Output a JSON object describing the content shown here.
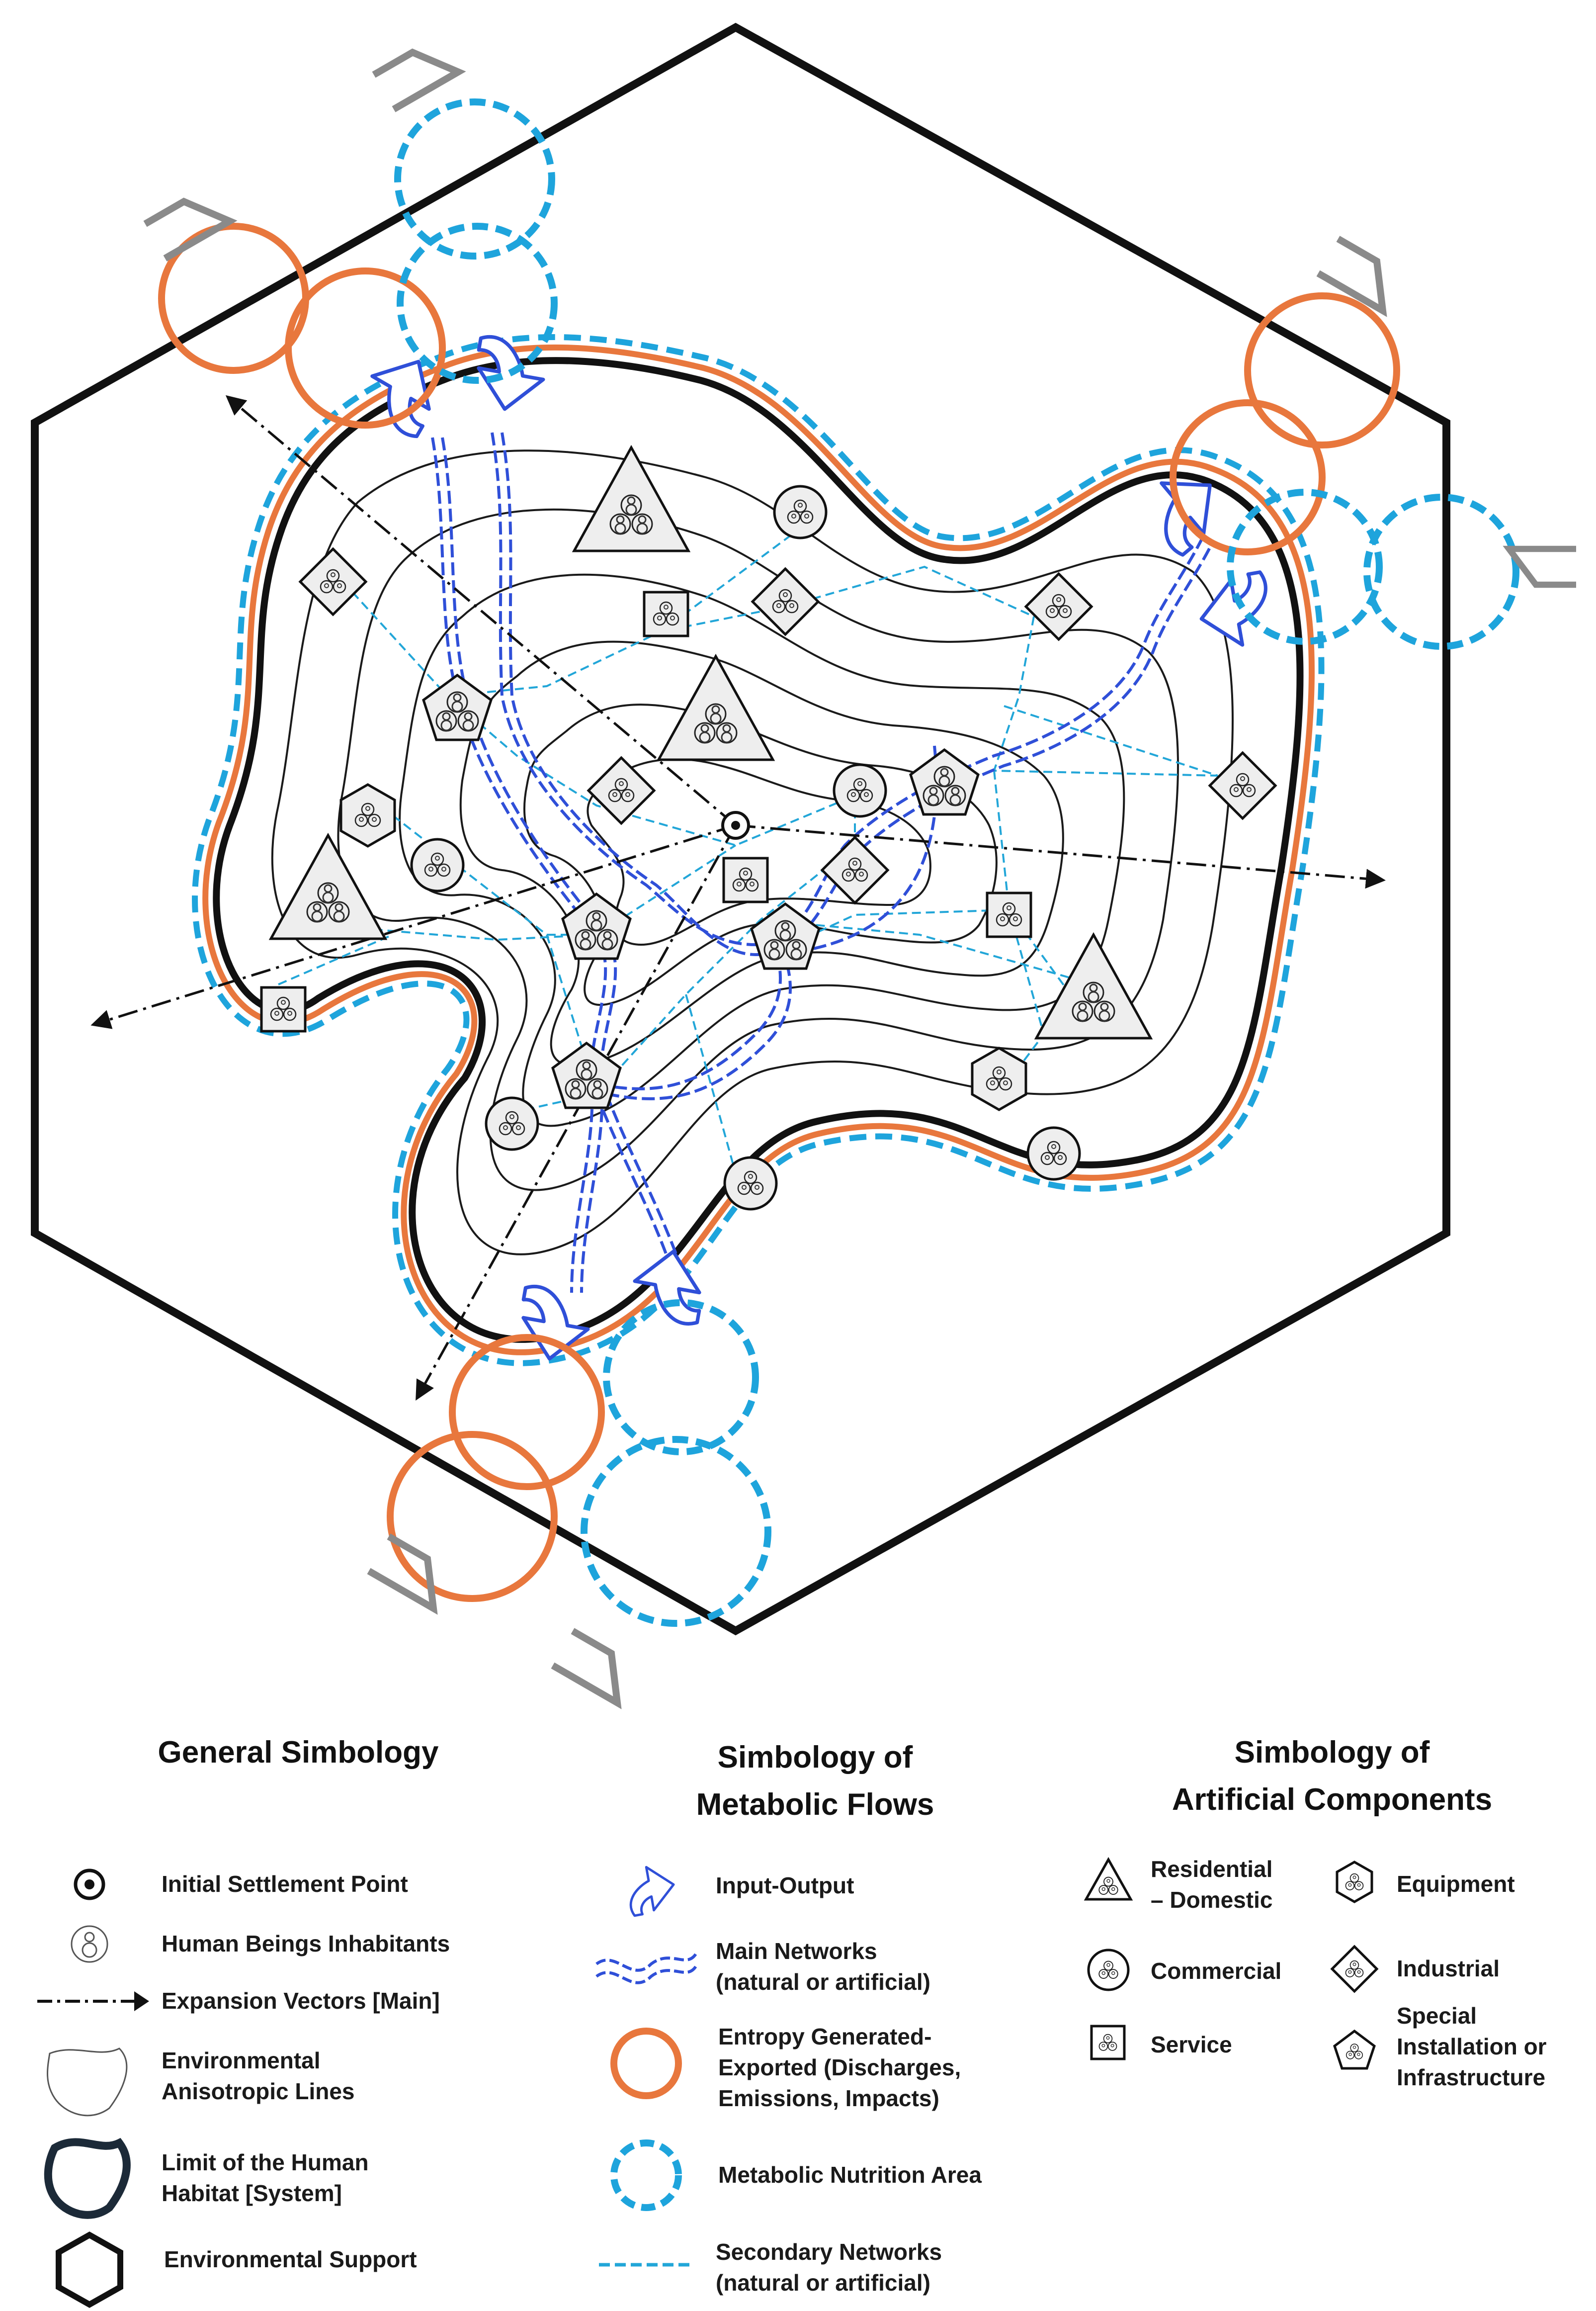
{
  "colors": {
    "outline": "#111111",
    "entropy": "#e8773d",
    "nutrition": "#1ea4dc",
    "main_network": "#2f4fd8",
    "secondary_network": "#22a6d8",
    "chevron": "#8a8a8a",
    "contour": "#1a1a1a"
  },
  "legend": {
    "general": {
      "title": "General Simbology",
      "items": [
        {
          "icon": "settlement-point-icon",
          "label": "Initial Settlement Point"
        },
        {
          "icon": "inhabitants-icon",
          "label": "Human Beings Inhabitants"
        },
        {
          "icon": "expansion-vector-icon",
          "label": "Expansion Vectors [Main]"
        },
        {
          "icon": "anisotropic-lines-icon",
          "label": "Environmental",
          "label2": "Anisotropic Lines"
        },
        {
          "icon": "habitat-limit-icon",
          "label": "Limit of the Human",
          "label2": "Habitat [System]"
        },
        {
          "icon": "hexagon-icon",
          "label": "Environmental Support"
        }
      ]
    },
    "flows": {
      "title1": "Simbology of",
      "title2": "Metabolic Flows",
      "items": [
        {
          "icon": "input-output-arrow-icon",
          "label": "Input-Output"
        },
        {
          "icon": "main-network-icon",
          "label": "Main Networks",
          "label2": "(natural or artificial)"
        },
        {
          "icon": "entropy-circle-icon",
          "label": "Entropy Generated-",
          "label2": "Exported (Discharges,",
          "label3": "Emissions, Impacts)"
        },
        {
          "icon": "nutrition-circle-icon",
          "label": "Metabolic Nutrition Area"
        },
        {
          "icon": "secondary-network-icon",
          "label": "Secondary Networks",
          "label2": "(natural or artificial)"
        }
      ]
    },
    "components": {
      "title1": "Simbology of",
      "title2": "Artificial Components",
      "items": [
        {
          "icon": "triangle-component-icon",
          "label": "Residential",
          "label2": "– Domestic"
        },
        {
          "icon": "hexagon-component-icon",
          "label": "Equipment"
        },
        {
          "icon": "circle-component-icon",
          "label": "Commercial"
        },
        {
          "icon": "diamond-component-icon",
          "label": "Industrial"
        },
        {
          "icon": "square-component-icon",
          "label": "Service"
        },
        {
          "icon": "pentagon-component-icon",
          "label": "Special",
          "label2": "Installation or",
          "label3": "Infrastructure"
        }
      ]
    }
  }
}
